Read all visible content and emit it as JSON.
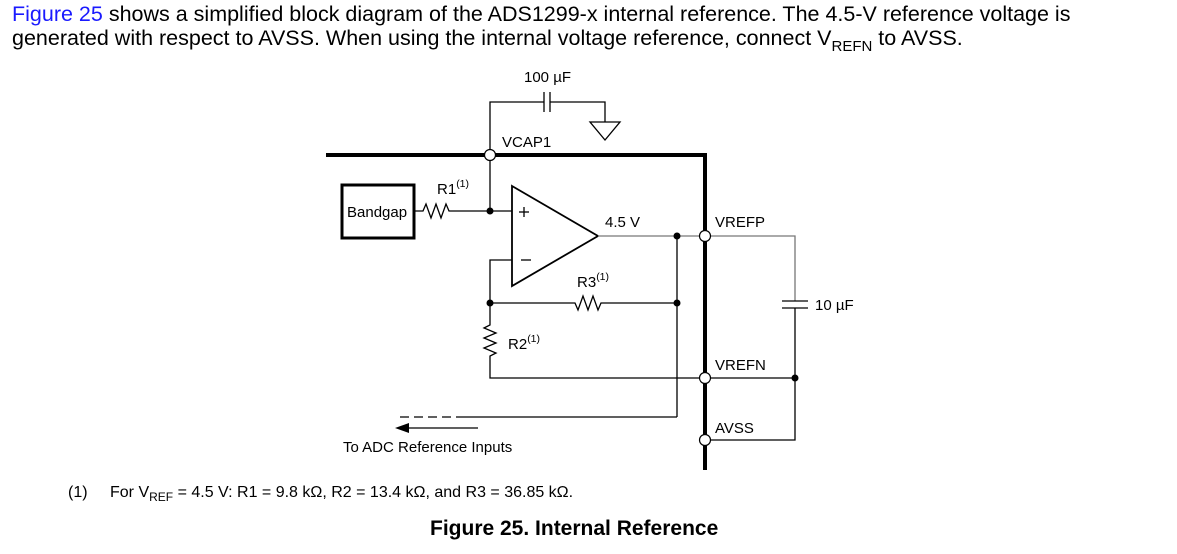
{
  "intro": {
    "link_text": "Figure 25",
    "line1_rest": " shows a simplified block diagram of the ADS1299-x internal reference. The 4.5-V reference voltage is",
    "line2_a": "generated with respect to AVSS. When using the internal voltage reference, connect V",
    "line2_sub": "REFN",
    "line2_b": " to AVSS."
  },
  "diagram": {
    "cap_vcap_label": "100 µF",
    "vcap1_label": "VCAP1",
    "bandgap_label": "Bandgap",
    "r1_label": "R1",
    "r1_sup": "(1)",
    "opamp_plus": "+",
    "opamp_minus": "–",
    "output_voltage": "4.5 V",
    "vrefp_label": "VREFP",
    "r3_label": "R3",
    "r3_sup": "(1)",
    "r2_label": "R2",
    "r2_sup": "(1)",
    "cap_ref_label": "10 µF",
    "vrefn_label": "VREFN",
    "avss_label": "AVSS",
    "adc_label": "To ADC Reference Inputs"
  },
  "footnote": {
    "number": "(1)",
    "text_a": "For V",
    "text_sub": "REF",
    "text_b": " = 4.5 V: R1 = 9.8 kΩ, R2 = 13.4 kΩ, and R3 = 36.85 kΩ."
  },
  "caption": "Figure 25.  Internal Reference",
  "colors": {
    "link": "#1a1aff",
    "wire": "#000000",
    "signal_wire": "#777777"
  }
}
